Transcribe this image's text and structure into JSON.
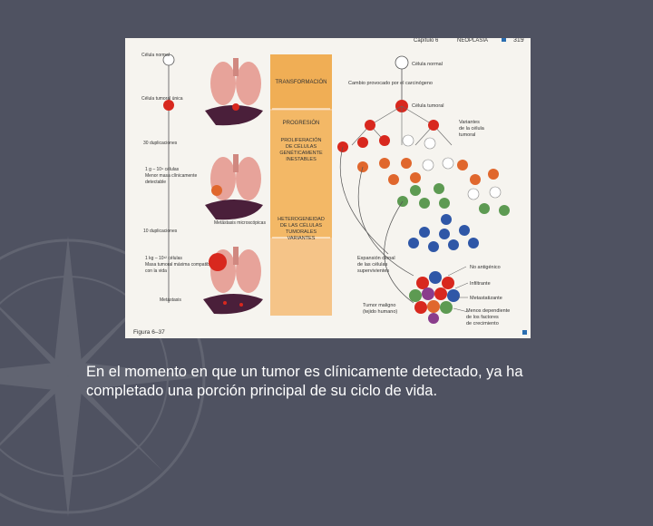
{
  "slide": {
    "caption_line1": "En el momento en que un tumor es clínicamente detectado, ya ha",
    "caption_line2": "completado una porción principal de su ciclo de vida."
  },
  "figure": {
    "page_header_chapter": "Capítulo 6",
    "page_header_section": "NEOPLASIA",
    "page_number": "319",
    "figure_label": "Figura 6–37",
    "left_labels": {
      "normal_cell": "Célula normal",
      "tumor_cell": "Célula tumoral única",
      "duplications_30": "30 duplicaciones",
      "mass_1g_line1": "1 g – 10⁹ células",
      "mass_1g_line2": "Menor masa clínicamente",
      "mass_1g_line3": "detectable",
      "micro_metastasis": "Metástasis microscópicas",
      "duplications_10": "10 duplicaciones",
      "mass_1kg_line1": "1 kg – 10¹² células",
      "mass_1kg_line2": "Masa tumoral máxima compatible",
      "mass_1kg_line3": "con la vida",
      "metastasis": "Metástasis"
    },
    "column_labels": {
      "transformation": "TRANSFORMACIÓN",
      "progression": "PROGRESIÓN",
      "proliferation_1": "PROLIFERACIÓN",
      "proliferation_2": "DE CÉLULAS",
      "proliferation_3": "GENÉTICAMENTE",
      "proliferation_4": "INESTABLES",
      "heterogeneity_1": "HETEROGENEIDAD",
      "heterogeneity_2": "DE LAS CÉLULAS",
      "heterogeneity_3": "TUMORALES",
      "heterogeneity_4": "VARIANTES"
    },
    "right_labels": {
      "normal_cell": "Célula normal",
      "carcinogen_change": "Cambio provocado por el carcinógeno",
      "tumor_cell": "Célula tumoral",
      "variants_1": "Variantes",
      "variants_2": "de la célula",
      "variants_3": "tumoral",
      "clonal_1": "Expansión clonal",
      "clonal_2": "de las células",
      "clonal_3": "supervivientes",
      "non_antigenic": "No antigénico",
      "infiltrative": "Infiltrante",
      "metastasizing": "Metastatizante",
      "growth_factor_1": "Menos dependiente",
      "growth_factor_2": "de los factores",
      "growth_factor_3": "de crecimiento",
      "malignant_1": "Tumor maligno",
      "malignant_2": "(tejido humano)"
    },
    "colors": {
      "column_orange": "#f0ae55",
      "column_tan": "#f5c488",
      "lung_pink": "#e7a39a",
      "liver_dark": "#4a1f3a",
      "tumor_red": "#d8281e",
      "node_orange": "#e0672d",
      "node_green": "#5d9a52",
      "node_blue": "#2f57a7",
      "node_purple": "#8a3d8c"
    }
  }
}
